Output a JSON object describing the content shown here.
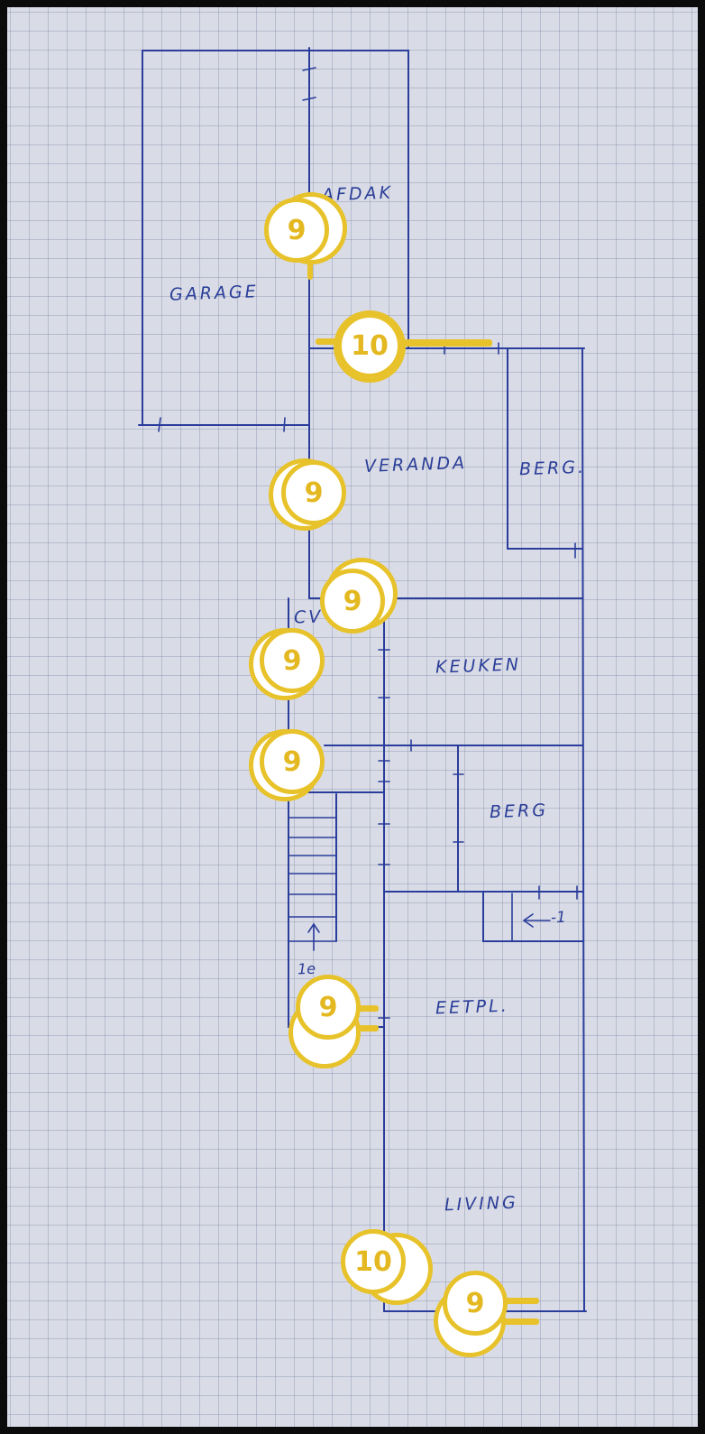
{
  "rooms": {
    "garage": "GARAGE",
    "afdak": "AFDAK",
    "veranda": "VERANDA",
    "berg_top": "BERG.",
    "cv": "CV",
    "keuken": "KEUKEN",
    "berg_mid": "BERG",
    "arrow_minus1": "-1",
    "stairs_up": "1e",
    "eetpl": "EETPL.",
    "living": "LIVING"
  },
  "markers": [
    {
      "id": "m1",
      "value": "9"
    },
    {
      "id": "m2",
      "value": "10"
    },
    {
      "id": "m3",
      "value": "9"
    },
    {
      "id": "m4",
      "value": "9"
    },
    {
      "id": "m5",
      "value": "9"
    },
    {
      "id": "m6",
      "value": "9"
    },
    {
      "id": "m7",
      "value": "9"
    },
    {
      "id": "m8",
      "value": "10"
    },
    {
      "id": "m9",
      "value": "9"
    }
  ],
  "colors": {
    "ink": "#2a3d9c",
    "marker": "#e7c22a",
    "paper": "#d9dce6"
  }
}
